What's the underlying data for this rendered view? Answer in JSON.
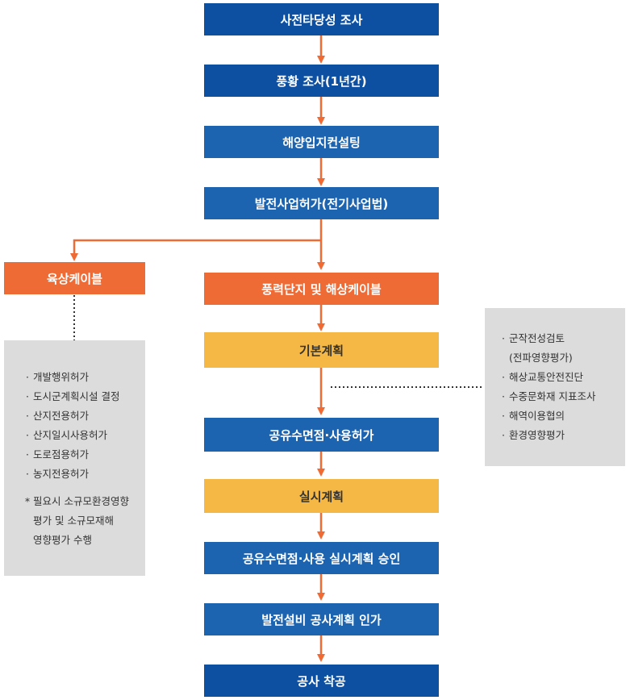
{
  "steps": {
    "feasibility": "사전타당성 조사",
    "wind_survey": "풍황 조사(1년간)",
    "consulting": "해양입지컨설팅",
    "business_permit": "발전사업허가(전기사업법)",
    "onshore_cable": "육상케이블",
    "offshore": "풍력단지 및 해상케이블",
    "basic_plan": "기본계획",
    "public_water": "공유수면점·사용허가",
    "implementation_plan": "실시계획",
    "implementation_approval": "공유수면점·사용 실시계획 승인",
    "construction_plan": "발전설비 공사계획 인가",
    "construction_start": "공사 착공"
  },
  "onshore_permits": {
    "items": [
      "개발행위허가",
      "도시군계획시설 결정",
      "산지전용허가",
      "산지일시사용허가",
      "도로점용허가",
      "농지전용허가"
    ],
    "bullet": "·",
    "note_mark": "*",
    "note_lines": [
      "필요시 소규모환경영향",
      "평가 및 소규모재해",
      "영향평가 수행"
    ]
  },
  "basic_plan_items": {
    "bullet": "·",
    "items": [
      "군작전성검토",
      "(전파영향평가)",
      "해상교통안전진단",
      "수중문화재 지표조사",
      "해역이용협의",
      "환경영향평가"
    ]
  },
  "colors": {
    "navy": "#0d4fa0",
    "blue": "#1c63b0",
    "orange": "#ee6b35",
    "yellow": "#f6b844",
    "grey_panel": "#dcdcdc",
    "arrow": "#ee6b35"
  }
}
